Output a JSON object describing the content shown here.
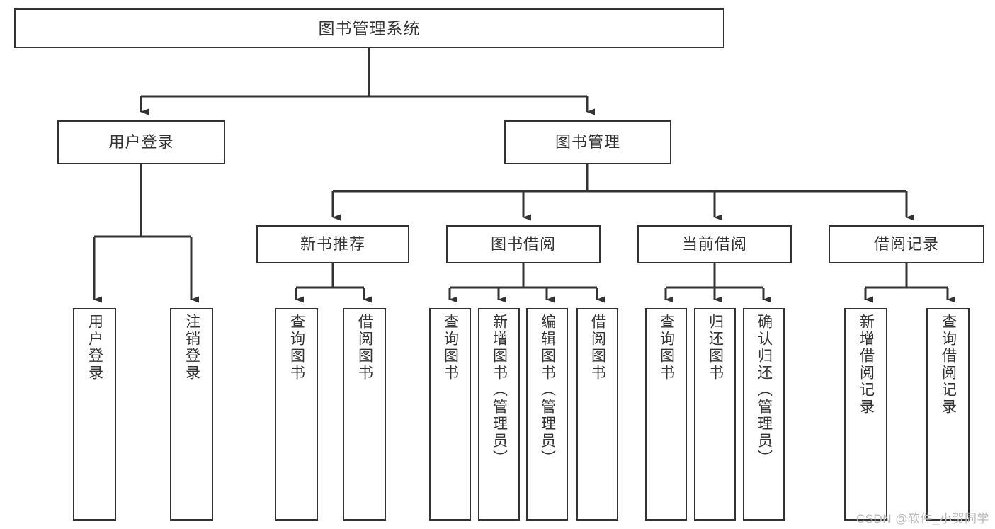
{
  "diagram": {
    "title": "图书管理系统",
    "type": "tree",
    "orientation": "top-down",
    "colors": {
      "box_border": "#333333",
      "box_fill": "#ffffff",
      "edge": "#333333",
      "text": "#333333",
      "background": "#ffffff",
      "watermark": "#b9b9b9"
    }
  },
  "nodes": {
    "root": {
      "label": "图书管理系统",
      "level": 0
    },
    "level1": [
      {
        "id": "user-login",
        "label": "用户登录"
      },
      {
        "id": "book-manage",
        "label": "图书管理"
      }
    ],
    "level2": [
      {
        "id": "new-book-recommend",
        "label": "新书推荐",
        "parent": "book-manage"
      },
      {
        "id": "book-borrow",
        "label": "图书借阅",
        "parent": "book-manage"
      },
      {
        "id": "current-borrow",
        "label": "当前借阅",
        "parent": "book-manage"
      },
      {
        "id": "borrow-record",
        "label": "借阅记录",
        "parent": "book-manage"
      }
    ],
    "leaves": [
      {
        "id": "leaf-user-login",
        "label": "用户登录",
        "parent": "user-login"
      },
      {
        "id": "leaf-user-logout",
        "label": "注销登录",
        "parent": "user-login"
      },
      {
        "id": "leaf-query-book-1",
        "label": "查询图书",
        "parent": "new-book-recommend"
      },
      {
        "id": "leaf-borrow-book-1",
        "label": "借阅图书",
        "parent": "new-book-recommend"
      },
      {
        "id": "leaf-query-book-2",
        "label": "查询图书",
        "parent": "book-borrow"
      },
      {
        "id": "leaf-add-book",
        "label": "新增图书（管理员）",
        "parent": "book-borrow"
      },
      {
        "id": "leaf-edit-book",
        "label": "编辑图书（管理员）",
        "parent": "book-borrow"
      },
      {
        "id": "leaf-borrow-book-2",
        "label": "借阅图书",
        "parent": "book-borrow"
      },
      {
        "id": "leaf-query-book-3",
        "label": "查询图书",
        "parent": "current-borrow"
      },
      {
        "id": "leaf-return-book",
        "label": "归还图书",
        "parent": "current-borrow"
      },
      {
        "id": "leaf-confirm-return",
        "label": "确认归还（管理员）",
        "parent": "current-borrow"
      },
      {
        "id": "leaf-add-record",
        "label": "新增借阅记录",
        "parent": "borrow-record"
      },
      {
        "id": "leaf-query-record",
        "label": "查询借阅记录",
        "parent": "borrow-record"
      }
    ]
  },
  "watermark": {
    "text": "CSDN @软件_小贺同学"
  }
}
